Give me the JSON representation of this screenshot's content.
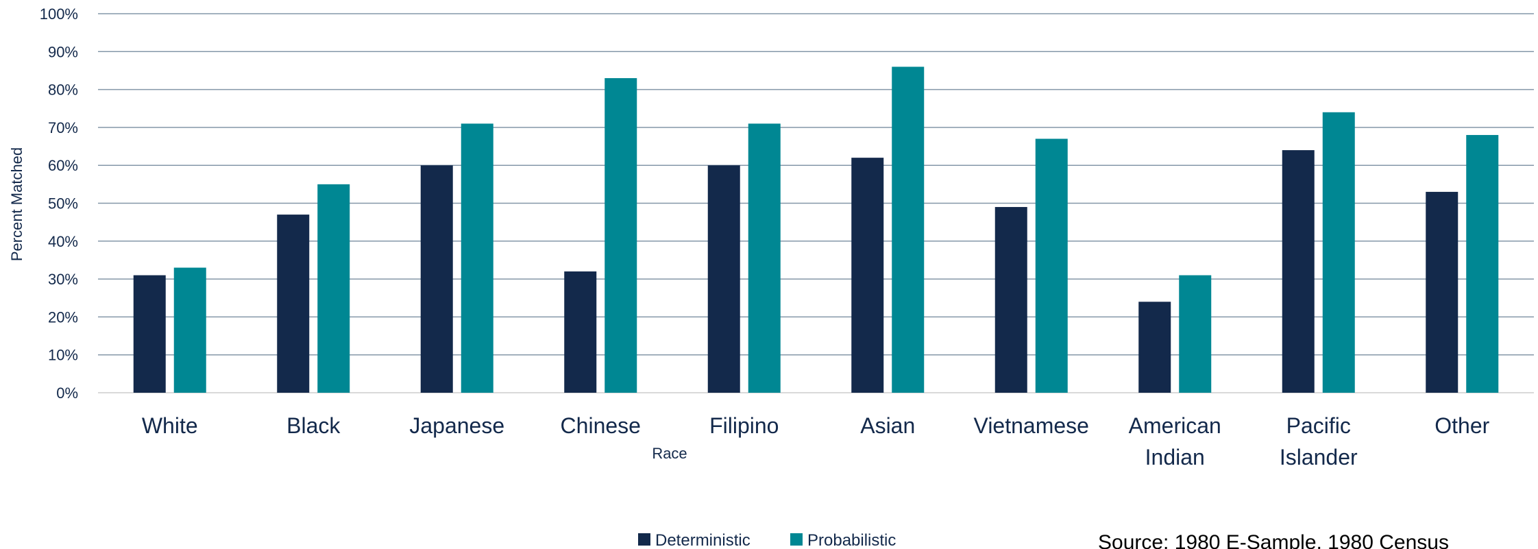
{
  "chart_data": {
    "type": "bar",
    "categories": [
      [
        "White"
      ],
      [
        "Black"
      ],
      [
        "Japanese"
      ],
      [
        "Chinese"
      ],
      [
        "Filipino"
      ],
      [
        "Asian"
      ],
      [
        "Vietnamese"
      ],
      [
        "American",
        "Indian"
      ],
      [
        "Pacific",
        "Islander"
      ],
      [
        "Other"
      ]
    ],
    "series": [
      {
        "name": "Deterministic",
        "color": "#13294b",
        "values": [
          31,
          47,
          60,
          32,
          60,
          62,
          49,
          24,
          64,
          53
        ]
      },
      {
        "name": "Probabilistic",
        "color": "#008793",
        "values": [
          33,
          55,
          71,
          83,
          71,
          86,
          67,
          31,
          74,
          68
        ]
      }
    ],
    "xlabel": "Race",
    "ylabel": "Percent Matched",
    "ylim": [
      0,
      100
    ],
    "yticks": [
      "0%",
      "10%",
      "20%",
      "30%",
      "40%",
      "50%",
      "60%",
      "70%",
      "80%",
      "90%",
      "100%"
    ],
    "grid": true,
    "legend_position": "bottom",
    "gridline_color": "#8497a8",
    "source": "Source: 1980 E-Sample, 1980 Census"
  }
}
